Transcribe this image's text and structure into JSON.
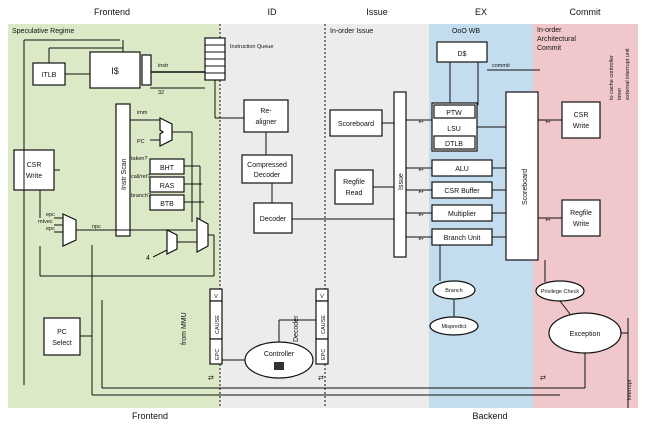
{
  "colors": {
    "frontend": "#dbe9c6",
    "id": "#ececec",
    "issue": "#ececec",
    "ex": "#c3dcee",
    "commit": "#f0c8cc"
  },
  "stages": {
    "frontend": "Frontend",
    "id": "ID",
    "issue": "Issue",
    "ex": "EX",
    "commit": "Commit"
  },
  "subtitles": {
    "speculative": "Speculative Regime",
    "inorder_issue": "In-order Issue",
    "ooo_wb": "OoO WB",
    "inorder_commit": [
      "In-order",
      "Architectural",
      "Commit"
    ]
  },
  "footer": {
    "frontend": "Frontend",
    "backend": "Backend",
    "interrupt": "interrupt"
  },
  "side_note": [
    "to cache controller",
    "timer",
    "external interrupt unit"
  ],
  "frontend": {
    "itlb": "ITLB",
    "icache": "I$",
    "instr": "instr",
    "width_32": "32",
    "instr_scan": "Instr Scan",
    "imm": "imm",
    "pc": "PC",
    "taken": "taken?",
    "call_ret": "call/ret?",
    "branch": "branch?",
    "bht": "BHT",
    "ras": "RAS",
    "btb": "BTB",
    "npc": "npc",
    "four": "4",
    "csr_write": [
      "CSR",
      "Write"
    ],
    "epc": "epc",
    "mtvec": "mtvec",
    "epc2": "epc",
    "pc_select": [
      "PC",
      "Select"
    ],
    "from_mmu": "from MMU",
    "exc_fields": [
      "V",
      "CAUSE",
      "EPC"
    ]
  },
  "id": {
    "instruction_queue": "Instruction Queue",
    "realigner": [
      "Re-",
      "aligner"
    ],
    "compressed_decoder": [
      "Compressed",
      "Decoder"
    ],
    "decoder": "Decoder",
    "from_decoder": "from Decoder",
    "exc_fields": [
      "V",
      "CAUSE",
      "EPC"
    ],
    "controller": "Controller"
  },
  "issue": {
    "scoreboard": "Scoreboard",
    "regfile_read": [
      "Regfile",
      "Read"
    ],
    "issue": "Issue"
  },
  "ex": {
    "dcache": "D$",
    "commit": "commit",
    "ptw": "PTW",
    "lsu": "LSU",
    "dtlb": "DTLB",
    "alu": "ALU",
    "csr_buffer": "CSR Buffer",
    "multiplier": "Multiplier",
    "branch_unit": "Branch Unit",
    "branch": "Branch",
    "mispredict": "Mispredict"
  },
  "commit_stage": {
    "scoreboard": "Scoreboard",
    "csr_write": [
      "CSR",
      "Write"
    ],
    "regfile_write": [
      "Regfile",
      "Write"
    ],
    "privilege_check": "Privilege Check",
    "exception": "Exception"
  }
}
